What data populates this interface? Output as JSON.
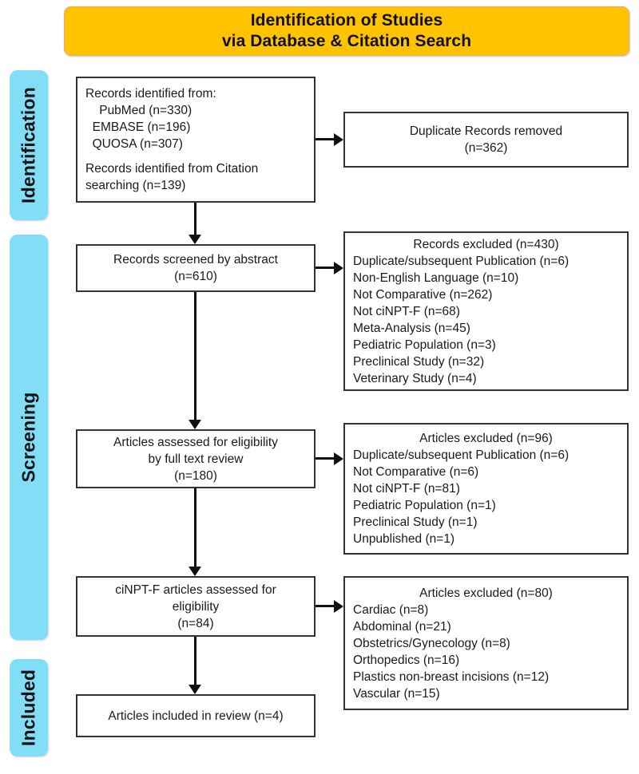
{
  "header": {
    "line1": "Identification of Studies",
    "line2": "via Database & Citation Search",
    "color": "#ffc300"
  },
  "phases": {
    "identification": "Identification",
    "screening": "Screening",
    "included": "Included",
    "color": "#82ddf7"
  },
  "boxes": {
    "records_identified": {
      "l1": "Records identified from:",
      "l2": "    PubMed (n=330)",
      "l3": "  EMBASE (n=196)",
      "l4": "  QUOSA (n=307)",
      "l5": "Records identified from Citation",
      "l6": "searching (n=139)"
    },
    "duplicates_removed": {
      "l1": "Duplicate Records removed",
      "l2": "(n=362)"
    },
    "records_screened": {
      "l1": "Records screened by abstract",
      "l2": "(n=610)"
    },
    "records_excluded": {
      "head": "Records excluded (n=430)",
      "l1": "Duplicate/subsequent Publication (n=6)",
      "l2": "Non-English Language (n=10)",
      "l3": "Not Comparative (n=262)",
      "l4": "Not ciNPT-F (n=68)",
      "l5": "Meta-Analysis (n=45)",
      "l6": "Pediatric Population (n=3)",
      "l7": "Preclinical Study (n=32)",
      "l8": "Veterinary Study (n=4)"
    },
    "articles_eligibility": {
      "l1": "Articles assessed for eligibility",
      "l2": "by full text review",
      "l3": "(n=180)"
    },
    "articles_excluded_fulltext": {
      "head": "Articles excluded (n=96)",
      "l1": "Duplicate/subsequent Publication (n=6)",
      "l2": "Not Comparative (n=6)",
      "l3": "Not ciNPT-F (n=81)",
      "l4": "Pediatric Population (n=1)",
      "l5": "Preclinical Study (n=1)",
      "l6": "Unpublished (n=1)"
    },
    "cinptf_eligibility": {
      "l1": "ciNPT-F articles assessed for",
      "l2": "eligibility",
      "l3": "(n=84)"
    },
    "articles_excluded_specialty": {
      "head": "Articles excluded (n=80)",
      "l1": "Cardiac (n=8)",
      "l2": "Abdominal (n=21)",
      "l3": "Obstetrics/Gynecology (n=8)",
      "l4": "Orthopedics (n=16)",
      "l5": "Plastics non-breast incisions (n=12)",
      "l6": "Vascular (n=15)"
    },
    "included_review": {
      "l1": "Articles included in review (n=4)"
    }
  },
  "chart_data": {
    "type": "diagram",
    "title": "Identification of Studies via Database & Citation Search",
    "nodes": [
      {
        "id": "records_identified",
        "phase": "Identification",
        "counts": {
          "PubMed": 330,
          "EMBASE": 196,
          "QUOSA": 307,
          "Citation searching": 139
        }
      },
      {
        "id": "duplicates_removed",
        "phase": "Identification",
        "n": 362
      },
      {
        "id": "records_screened",
        "phase": "Screening",
        "n": 610
      },
      {
        "id": "records_excluded",
        "phase": "Screening",
        "n": 430,
        "reasons": {
          "Duplicate/subsequent Publication": 6,
          "Non-English Language": 10,
          "Not Comparative": 262,
          "Not ciNPT-F": 68,
          "Meta-Analysis": 45,
          "Pediatric Population": 3,
          "Preclinical Study": 32,
          "Veterinary Study": 4
        }
      },
      {
        "id": "articles_eligibility",
        "phase": "Screening",
        "n": 180
      },
      {
        "id": "articles_excluded_fulltext",
        "phase": "Screening",
        "n": 96,
        "reasons": {
          "Duplicate/subsequent Publication": 6,
          "Not Comparative": 6,
          "Not ciNPT-F": 81,
          "Pediatric Population": 1,
          "Preclinical Study": 1,
          "Unpublished": 1
        }
      },
      {
        "id": "cinptf_eligibility",
        "phase": "Screening",
        "n": 84
      },
      {
        "id": "articles_excluded_specialty",
        "phase": "Screening",
        "n": 80,
        "reasons": {
          "Cardiac": 8,
          "Abdominal": 21,
          "Obstetrics/Gynecology": 8,
          "Orthopedics": 16,
          "Plastics non-breast incisions": 12,
          "Vascular": 15
        }
      },
      {
        "id": "included_review",
        "phase": "Included",
        "n": 4
      }
    ]
  }
}
